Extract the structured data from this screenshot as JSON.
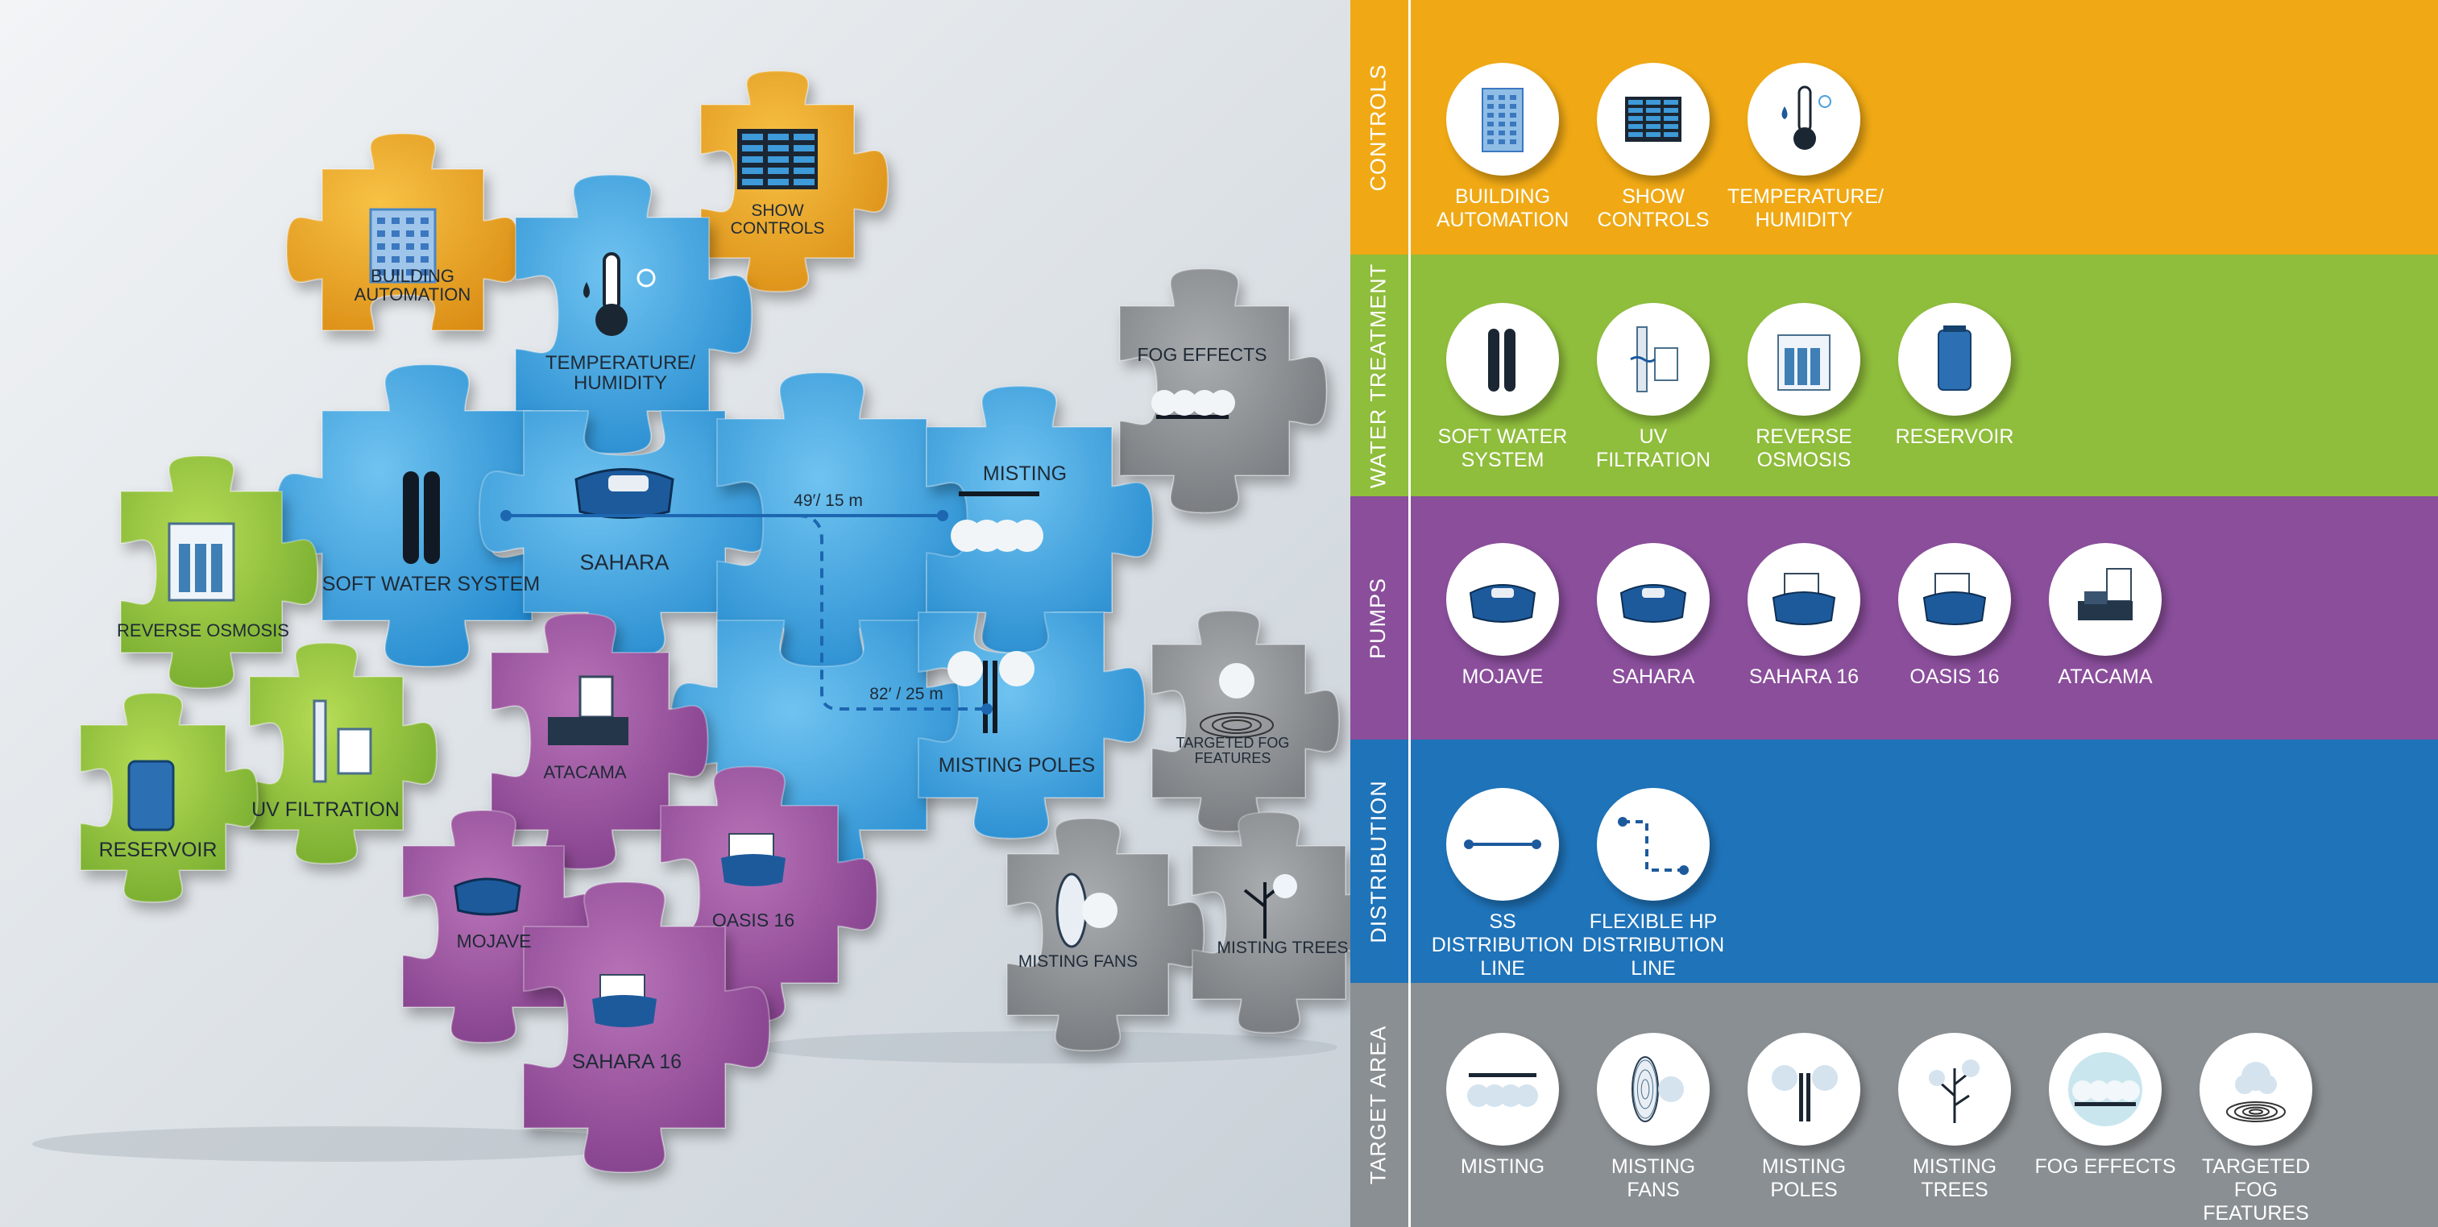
{
  "colors": {
    "controls": "#f0a915",
    "water": "#8fbd3c",
    "pumps": "#8a4e9b",
    "distribution": "#1f73b9",
    "target": "#8a8f93",
    "puzzle_orange": "#eb9f1b",
    "puzzle_green": "#8fc23b",
    "puzzle_blue": "#3fa3e0",
    "puzzle_purple": "#9a4d9c",
    "puzzle_gray": "#8c8f92",
    "line_blue": "#1d66b0"
  },
  "diagram": {
    "building_automation": "BUILDING\nAUTOMATION",
    "show_controls": "SHOW\nCONTROLS",
    "temperature_humidity": "TEMPERATURE/\nHUMIDITY",
    "fog_effects": "FOG EFFECTS",
    "soft_water_system": "SOFT WATER SYSTEM",
    "sahara": "SAHARA",
    "misting": "MISTING",
    "distance_ss": "49′/ 15 m",
    "distance_flex": "82′ / 25 m",
    "misting_poles": "MISTING POLES",
    "reverse_osmosis": "REVERSE OSMOSIS",
    "uv_filtration": "UV FILTRATION",
    "reservoir": "RESERVOIR",
    "atacama": "ATACAMA",
    "targeted_fog_features": "TARGETED FOG\nFEATURES",
    "mojave": "MOJAVE",
    "oasis_16": "OASIS 16",
    "sahara_16": "SAHARA 16",
    "misting_fans": "MISTING FANS",
    "misting_trees": "MISTING TREES"
  },
  "legend": {
    "categories": [
      {
        "title": "CONTROLS",
        "color": "#f0a915",
        "items": [
          {
            "label": "BUILDING\nAUTOMATION",
            "icon": "building-icon"
          },
          {
            "label": "SHOW\nCONTROLS",
            "icon": "server-rack-icon"
          },
          {
            "label": "TEMPERATURE/\nHUMIDITY",
            "icon": "thermometer-icon"
          }
        ]
      },
      {
        "title": "WATER TREATMENT",
        "color": "#8fbd3c",
        "items": [
          {
            "label": "SOFT WATER\nSYSTEM",
            "icon": "softener-tanks-icon"
          },
          {
            "label": "UV\nFILTRATION",
            "icon": "uv-filter-icon"
          },
          {
            "label": "REVERSE\nOSMOSIS",
            "icon": "reverse-osmosis-icon"
          },
          {
            "label": "RESERVOIR",
            "icon": "reservoir-tank-icon"
          }
        ]
      },
      {
        "title": "PUMPS",
        "color": "#8a4e9b",
        "items": [
          {
            "label": "MOJAVE",
            "icon": "pump-mojave-icon"
          },
          {
            "label": "SAHARA",
            "icon": "pump-sahara-icon"
          },
          {
            "label": "SAHARA 16",
            "icon": "pump-sahara16-icon"
          },
          {
            "label": "OASIS 16",
            "icon": "pump-oasis16-icon"
          },
          {
            "label": "ATACAMA",
            "icon": "pump-atacama-icon"
          }
        ]
      },
      {
        "title": "DISTRIBUTION",
        "color": "#1f73b9",
        "items": [
          {
            "label": "SS\nDISTRIBUTION\nLINE",
            "icon": "straight-line-icon"
          },
          {
            "label": "FLEXIBLE HP\nDISTRIBUTION\nLINE",
            "icon": "dashed-line-icon"
          }
        ]
      },
      {
        "title": "TARGET AREA",
        "color": "#8a8f93",
        "items": [
          {
            "label": "MISTING",
            "icon": "misting-nozzle-icon"
          },
          {
            "label": "MISTING\nFANS",
            "icon": "misting-fan-icon"
          },
          {
            "label": "MISTING\nPOLES",
            "icon": "misting-pole-icon"
          },
          {
            "label": "MISTING\nTREES",
            "icon": "misting-tree-icon"
          },
          {
            "label": "FOG EFFECTS",
            "icon": "fog-effect-icon"
          },
          {
            "label": "TARGETED\nFOG\nFEATURES",
            "icon": "targeted-fog-icon"
          }
        ]
      }
    ]
  }
}
